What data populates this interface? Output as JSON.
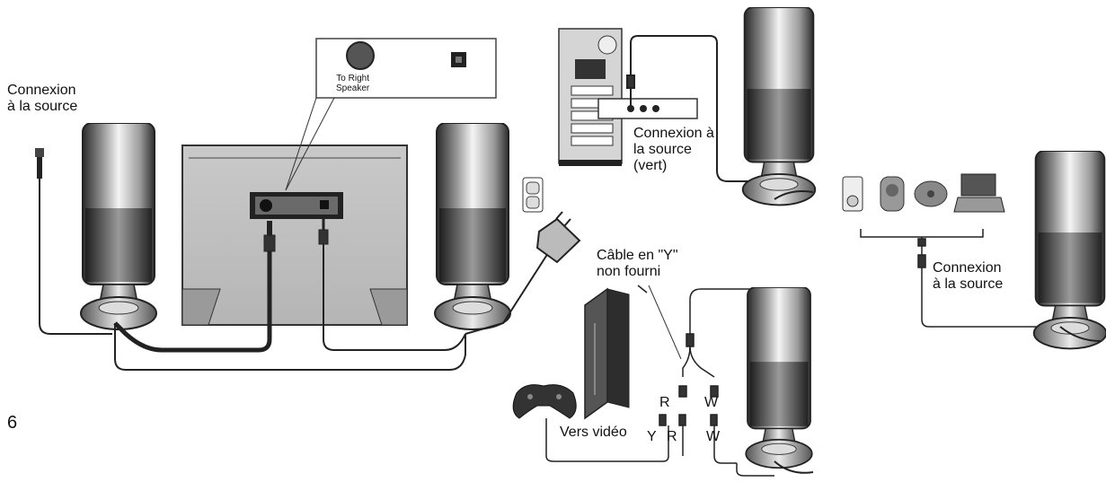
{
  "labels": {
    "source_left": "Connexion\nà la source",
    "to_right_speaker": "To Right\nSpeaker",
    "source_pc": "Connexion à\nla source\n(vert)",
    "source_right": "Connexion\nà la source",
    "y_cable": "Câble en \"Y\"\nnon fourni",
    "vers_video": "Vers vidéo",
    "plug_y": "Y",
    "plug_r_top": "R",
    "plug_r_bottom": "R",
    "plug_w_top": "W",
    "plug_w_bottom": "W",
    "page_number": "6"
  },
  "colors": {
    "line": "#1a1a1a",
    "speaker_dark": "#3a3a3a",
    "speaker_light": "#e6e6e6",
    "panel_gray": "#cfcfcf"
  }
}
